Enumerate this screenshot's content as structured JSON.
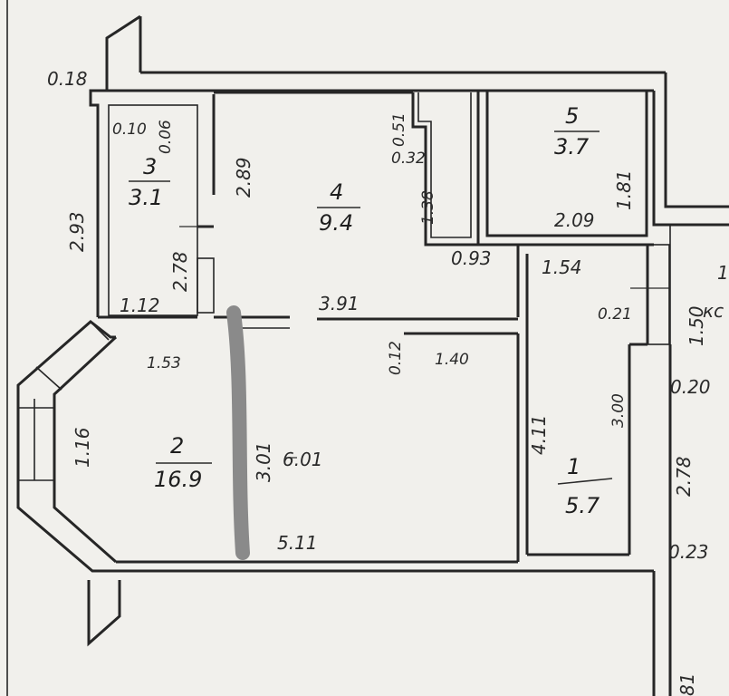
{
  "rooms": [
    {
      "number": "1",
      "area": "5.7"
    },
    {
      "number": "2",
      "area": "16.9"
    },
    {
      "number": "3",
      "area": "3.1"
    },
    {
      "number": "4",
      "area": "9.4"
    },
    {
      "number": "5",
      "area": "3.7"
    }
  ],
  "dimensions": [
    "0.18",
    "0.10",
    "0.06",
    "2.93",
    "2.78",
    "1.12",
    "2.89",
    "0.51",
    "0.32",
    "1.38",
    "1.81",
    "2.09",
    "0.93",
    "1.54",
    "0.21",
    "1.50",
    "3.91",
    "0.12",
    "1.40",
    "1.53",
    "1.16",
    "3.01",
    "6.01",
    "5.11",
    "4.11",
    "3.00",
    "0.20",
    "2.78",
    "0.23",
    "81",
    "1",
    "кс"
  ],
  "colors": {
    "wall": "#262626",
    "paper": "#f1f0ec",
    "marker": "#8a8a8a"
  }
}
